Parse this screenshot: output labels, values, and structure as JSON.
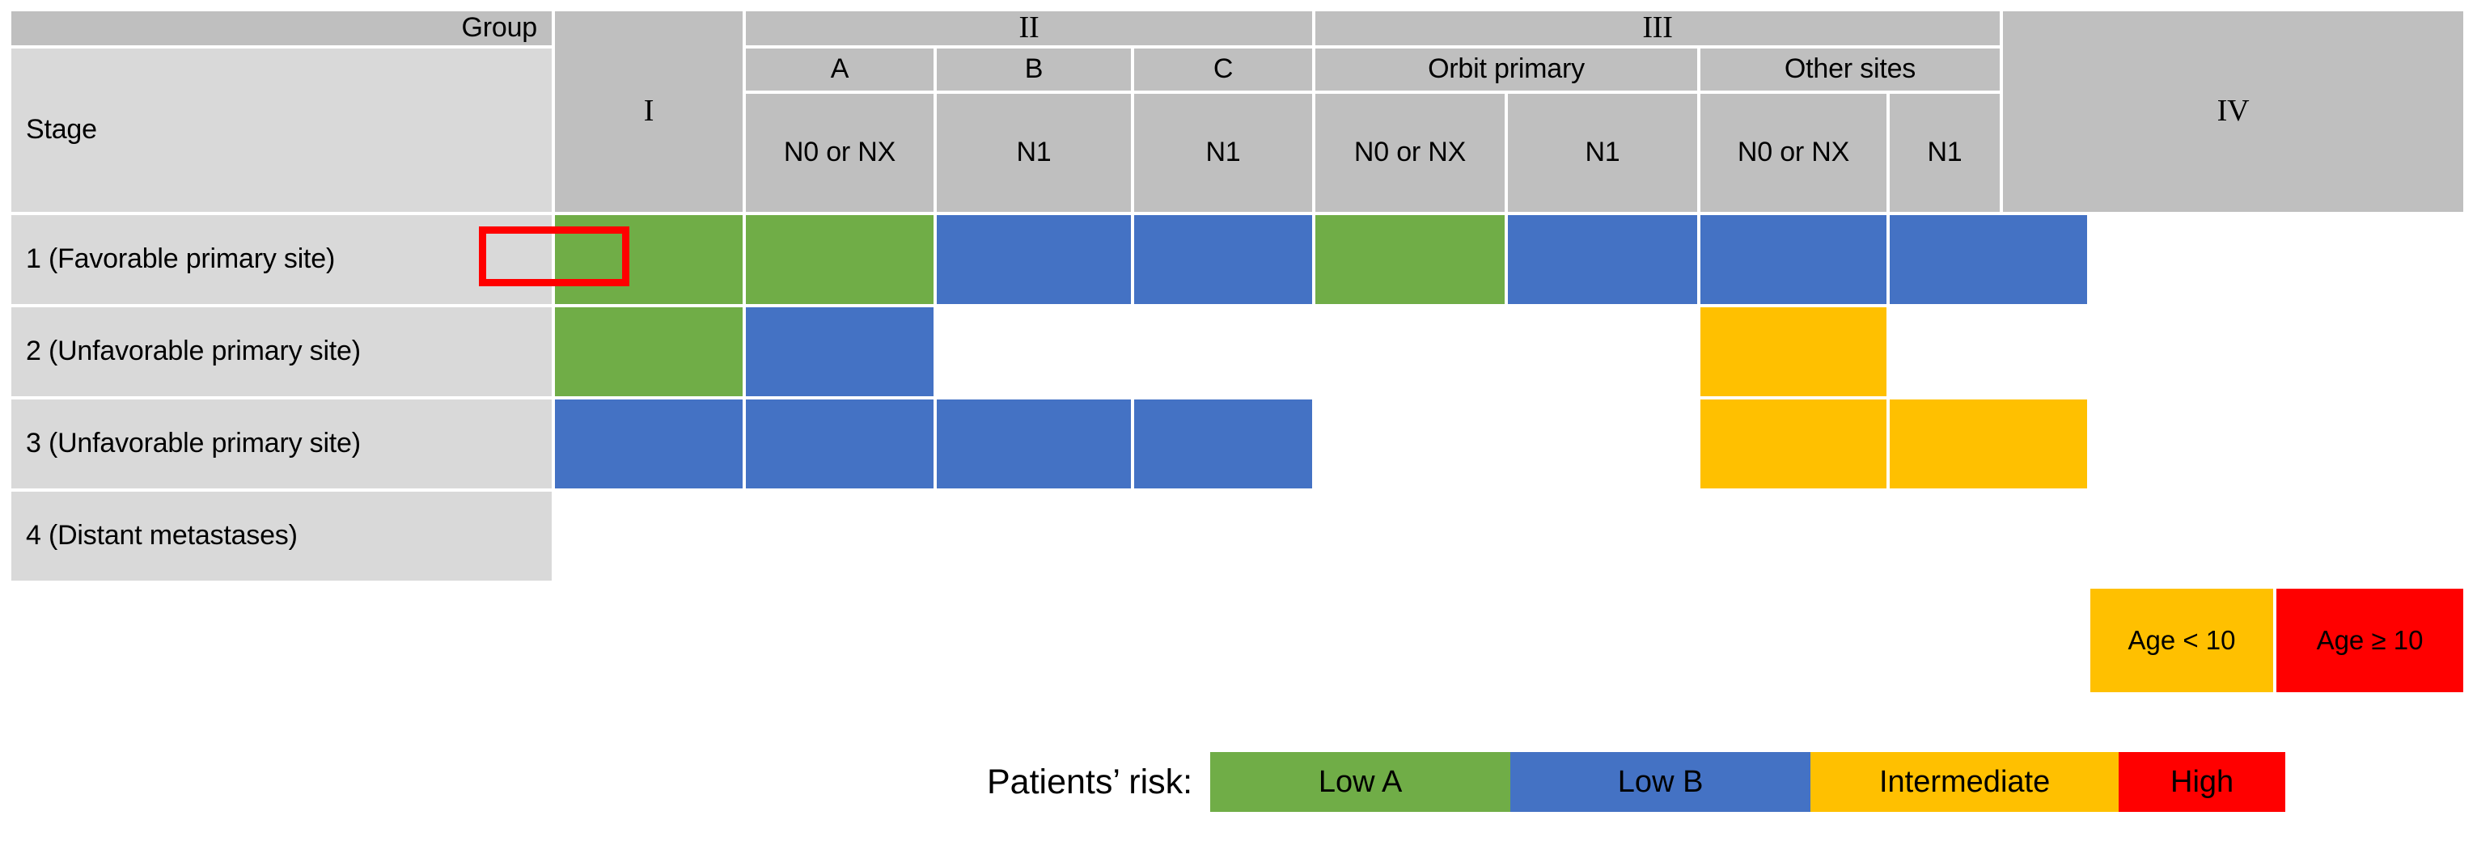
{
  "table": {
    "corner_labels": {
      "group": "Group",
      "stage": "Stage"
    },
    "groups": [
      {
        "name": "I",
        "label": "I"
      },
      {
        "name": "II",
        "label": "II"
      },
      {
        "name": "III",
        "label": "III"
      },
      {
        "name": "IV",
        "label": "IV"
      }
    ],
    "subgroups": [
      {
        "label": "A"
      },
      {
        "label": "B"
      },
      {
        "label": "C"
      },
      {
        "label": "Orbit primary"
      },
      {
        "label": "Other sites"
      }
    ],
    "node_headers": [
      {
        "label": "N0 or NX"
      },
      {
        "label": "N1"
      },
      {
        "label": "N1"
      },
      {
        "label": "N0 or NX"
      },
      {
        "label": "N1"
      },
      {
        "label": "N0 or NX"
      },
      {
        "label": "N1"
      }
    ],
    "rows": [
      {
        "label": "1 (Favorable primary site)"
      },
      {
        "label": "2 (Unfavorable primary site)"
      },
      {
        "label": "3 (Unfavorable primary site)"
      },
      {
        "label": "4 (Distant metastases)"
      }
    ],
    "age_cells": [
      {
        "label": "Age < 10",
        "risk": "intermediate"
      },
      {
        "label": "Age ≥ 10",
        "risk": "high"
      }
    ]
  },
  "legend": {
    "title": "Patients’ risk:",
    "items": [
      {
        "label": "Low A",
        "color": "#70ad47"
      },
      {
        "label": "Low B",
        "color": "#4472c4"
      },
      {
        "label": "Intermediate",
        "color": "#ffc000"
      },
      {
        "label": "High",
        "color": "#ff0000"
      }
    ]
  },
  "palette": {
    "low_a": "#70ad47",
    "low_b": "#4472c4",
    "intermediate": "#ffc000",
    "high": "#ff0000",
    "header_dark": "#bfbfbf",
    "header_light": "#d9d9d9",
    "annotation": "#ff0000"
  },
  "chart_data": {
    "type": "table",
    "title": "Patients' risk stratification by Group and Stage",
    "column_groups": [
      "I",
      "II",
      "III",
      "IV"
    ],
    "columns": [
      {
        "group": "I",
        "subgroup": "",
        "node": ""
      },
      {
        "group": "II",
        "subgroup": "A",
        "node": "N0 or NX"
      },
      {
        "group": "II",
        "subgroup": "B",
        "node": "N1"
      },
      {
        "group": "II",
        "subgroup": "C",
        "node": "N1"
      },
      {
        "group": "III",
        "subgroup": "Orbit primary",
        "node": "N0 or NX"
      },
      {
        "group": "III",
        "subgroup": "Orbit primary",
        "node": "N1"
      },
      {
        "group": "III",
        "subgroup": "Other sites",
        "node": "N0 or NX"
      },
      {
        "group": "III",
        "subgroup": "Other sites",
        "node": "N1"
      },
      {
        "group": "IV",
        "subgroup": "",
        "node": ""
      }
    ],
    "rows": [
      "1 (Favorable primary site)",
      "2 (Unfavorable primary site)",
      "3 (Unfavorable primary site)",
      "4 (Distant metastases)"
    ],
    "values": [
      [
        "low_a",
        "low_a",
        "low_b",
        "low_b",
        "low_a",
        "low_b",
        "low_b",
        "low_b",
        ""
      ],
      [
        "low_a",
        "low_b",
        "",
        "",
        "",
        "",
        "intermediate",
        "",
        ""
      ],
      [
        "low_b",
        "low_b",
        "low_b",
        "low_b",
        "",
        "",
        "intermediate",
        "intermediate",
        ""
      ],
      [
        "",
        "",
        "",
        "",
        "",
        "",
        "",
        "",
        "intermediate|high"
      ]
    ],
    "legend": [
      "Low A",
      "Low B",
      "Intermediate",
      "High"
    ],
    "legend_position": "bottom",
    "annotation": "red rectangle highlighting the Group I cell of Stage 1 row"
  }
}
